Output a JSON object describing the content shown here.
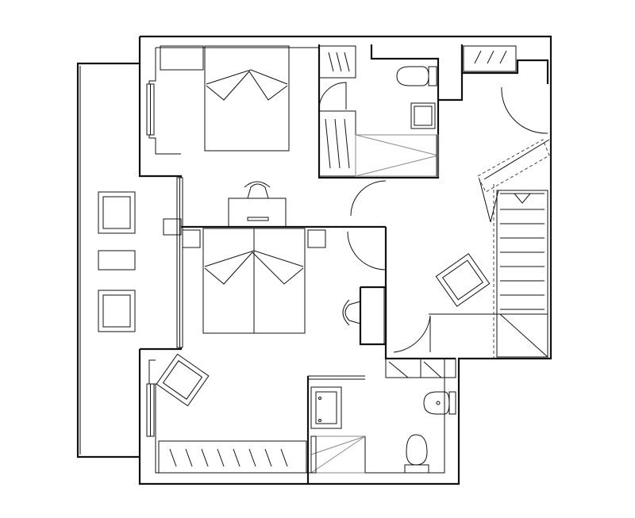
{
  "drawing": {
    "type": "architectural floor plan",
    "rooms": [
      "bedroom-1",
      "bedroom-2",
      "bathroom-1",
      "bathroom-2",
      "hallway",
      "staircase",
      "terrace"
    ],
    "furniture": [
      "double-bed",
      "double-bed",
      "desk",
      "desk",
      "armchair",
      "armchair",
      "armchair",
      "armchair",
      "coffee-table",
      "wardrobe",
      "wardrobe",
      "toilet",
      "toilet",
      "washbasin",
      "washbasin",
      "bidet",
      "shower"
    ],
    "colors": {
      "line": "#111111",
      "background": "#ffffff",
      "hidden_line": "#888888"
    }
  }
}
